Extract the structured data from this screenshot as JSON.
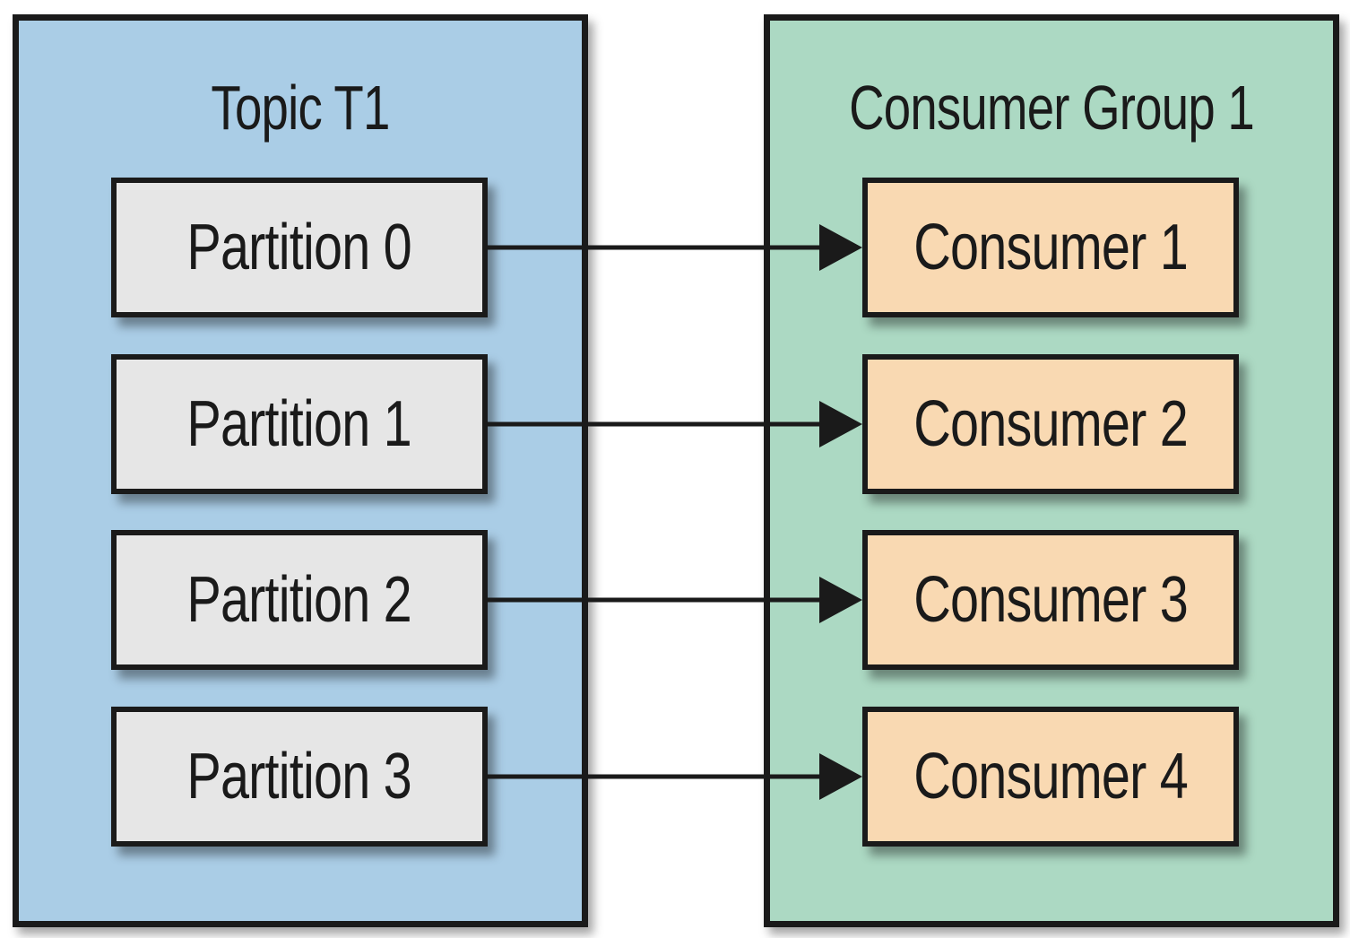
{
  "topic": {
    "title": "Topic T1",
    "partitions": [
      "Partition 0",
      "Partition 1",
      "Partition 2",
      "Partition 3"
    ]
  },
  "consumer_group": {
    "title": "Consumer Group 1",
    "consumers": [
      "Consumer 1",
      "Consumer 2",
      "Consumer 3",
      "Consumer 4"
    ]
  },
  "colors": {
    "topic_background": "#aacde6",
    "group_background": "#acd9c3",
    "partition_fill": "#e6e6e6",
    "consumer_fill": "#f9d9b2",
    "outline": "#1a1a1a"
  }
}
